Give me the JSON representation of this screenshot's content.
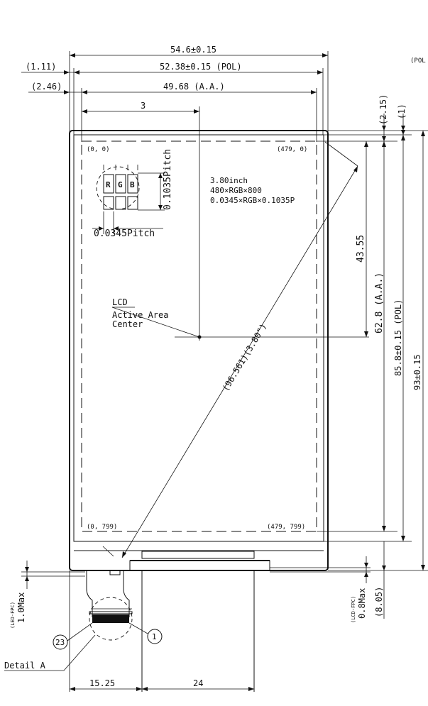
{
  "top_dims": {
    "outline": "54.6±0.15",
    "pol_width": "52.38±0.15 (POL)",
    "aa_width": "49.68 (A.A.)",
    "center_offset": "3",
    "left_ref_1": "(1.11)",
    "left_ref_2": "(2.46)",
    "pol_ref_corner": "(POL"
  },
  "right_dims": {
    "top_gap_1": "(2.15)",
    "top_gap_2": "(1)",
    "aa_half": "43.55",
    "aa_height": "62.8 (A.A.)",
    "pol_height": "85.8±0.15 (POL)",
    "outline_height": "93±0.15"
  },
  "corners": {
    "top_left": "(0, 0)",
    "top_right": "(479, 0)",
    "bottom_left": "(0, 799)",
    "bottom_right": "(479, 799)"
  },
  "pixel_detail": {
    "r": "R",
    "g": "G",
    "b": "B",
    "v_pitch": "0.1035Pitch",
    "h_pitch": "0.0345Pitch"
  },
  "spec": {
    "size": "3.80inch",
    "resolution": "480×RGB×800",
    "pitch": "0.0345×RGB×0.1035P"
  },
  "center_label": {
    "line1": "LCD",
    "line2": "Active Area",
    "line3": "Center"
  },
  "diagonal": "(96.561)(3.80\")",
  "bottom_dims": {
    "led_fpc_tag": "(LED-FPC)",
    "led_fpc_val": "1.0Max",
    "lcd_fpc_tag": "(LCD-FPC)",
    "lcd_fpc_val": "0.8Max",
    "fpc_len": "(8.05)",
    "w1": "15.25",
    "w2": "24"
  },
  "detail": {
    "label": "Detail A",
    "pin_last": "23",
    "pin_first": "1"
  }
}
